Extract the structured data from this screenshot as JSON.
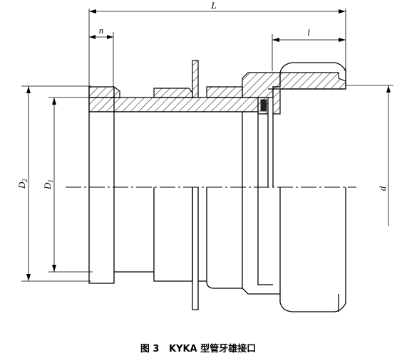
{
  "dimensions": {
    "L": "L",
    "n": "n",
    "l": "l",
    "D2": "D",
    "D2_sub": "2",
    "D1": "D",
    "D1_sub": "1",
    "d": "d"
  },
  "caption": "图 3   KYKA 型管牙雄接口"
}
